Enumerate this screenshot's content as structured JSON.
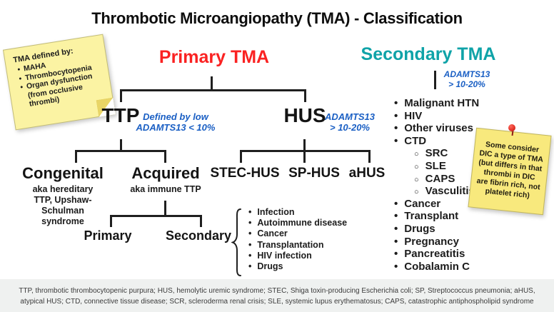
{
  "title": "Thrombotic Microangiopathy (TMA) - Classification",
  "colors": {
    "primary_heading": "#fa2222",
    "secondary_heading": "#0fa3a8",
    "annotation_blue": "#1a5fc4",
    "note_yellow_left": "#fbf3a3",
    "note_yellow_right": "#f8e97d",
    "connector_line": "#1f1f1f",
    "footer_background": "#eff1f0"
  },
  "note_left": {
    "title": "TMA defined by:",
    "items": [
      "MAHA",
      "Thrombocytopenia",
      "Organ dysfunction (from occlusive thrombi)"
    ]
  },
  "headings": {
    "primary": "Primary TMA",
    "secondary": "Secondary TMA"
  },
  "ttp": {
    "label": "TTP",
    "annotation": "Defined by low\nADAMTS13 < 10%",
    "congenital": {
      "label": "Congenital",
      "sub": "aka hereditary\nTTP, Upshaw-\nSchulman\nsyndrome"
    },
    "acquired": {
      "label": "Acquired",
      "sub": "aka immune TTP",
      "primary_label": "Primary",
      "secondary_label": "Secondary",
      "secondary_causes": [
        "Infection",
        "Autoimmune disease",
        "Cancer",
        "Transplantation",
        "HIV infection",
        "Drugs"
      ]
    }
  },
  "hus": {
    "label": "HUS",
    "annotation": "ADAMTS13\n> 10-20%",
    "children": [
      "STEC-HUS",
      "SP-HUS",
      "aHUS"
    ]
  },
  "secondary_tma": {
    "annotation": "ADAMTS13\n> 10-20%",
    "causes": [
      {
        "text": "Malignant HTN",
        "level": 0
      },
      {
        "text": "HIV",
        "level": 0
      },
      {
        "text": "Other viruses",
        "level": 0
      },
      {
        "text": "CTD",
        "level": 0
      },
      {
        "text": "SRC",
        "level": 1
      },
      {
        "text": "SLE",
        "level": 1
      },
      {
        "text": "CAPS",
        "level": 1
      },
      {
        "text": "Vasculitis",
        "level": 1
      },
      {
        "text": "Cancer",
        "level": 0
      },
      {
        "text": "Transplant",
        "level": 0
      },
      {
        "text": "Drugs",
        "level": 0
      },
      {
        "text": "Pregnancy",
        "level": 0
      },
      {
        "text": "Pancreatitis",
        "level": 0
      },
      {
        "text": "Cobalamin C",
        "level": 0
      }
    ]
  },
  "note_right": {
    "text": "Some consider DIC a type of TMA (but differs in that thrombi in DIC are fibrin rich, not platelet rich)"
  },
  "footer": {
    "lines": [
      "TTP, thrombotic thrombocytopenic purpura; HUS, hemolytic uremic syndrome; STEC, Shiga toxin-producing Escherichia coli; SP, Streptococcus pneumonia; aHUS,",
      "atypical HUS; CTD, connective tissue disease; SCR, scleroderma renal crisis; SLE, systemic lupus erythematosus; CAPS, catastrophic antiphospholipid syndrome"
    ]
  }
}
